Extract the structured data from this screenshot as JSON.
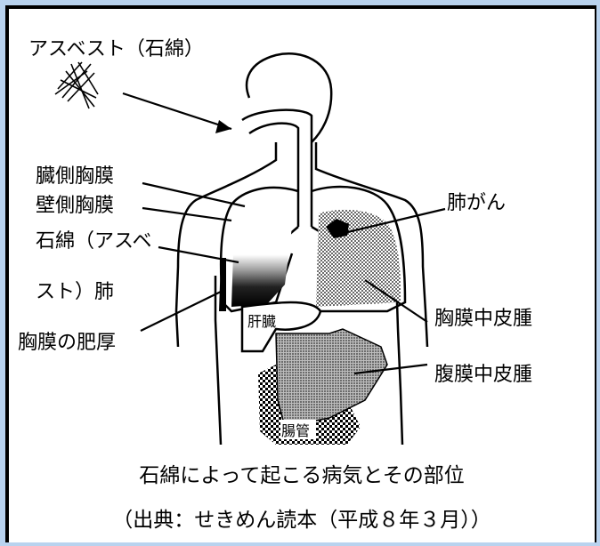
{
  "labels": {
    "asbestos": "アスベスト（石綿）",
    "visceral_pleura": "臓側胸膜",
    "parietal_pleura": "壁側胸膜",
    "asbestos_lung_1": "石綿（アスベ",
    "asbestos_lung_2": "スト）肺",
    "pleural_thickening": "胸膜の肥厚",
    "lung_cancer": "肺がん",
    "pleural_mesothelioma": "胸膜中皮腫",
    "peritoneal_mesothelioma": "腹膜中皮腫",
    "liver": "肝臓",
    "intestine": "腸管"
  },
  "caption": {
    "title": "石綿によって起こる病気とその部位",
    "source": "（出典：せきめん読本（平成８年３月））"
  },
  "colors": {
    "background": "#b9d3ef",
    "panel": "#ffffff",
    "ink": "#000000"
  }
}
